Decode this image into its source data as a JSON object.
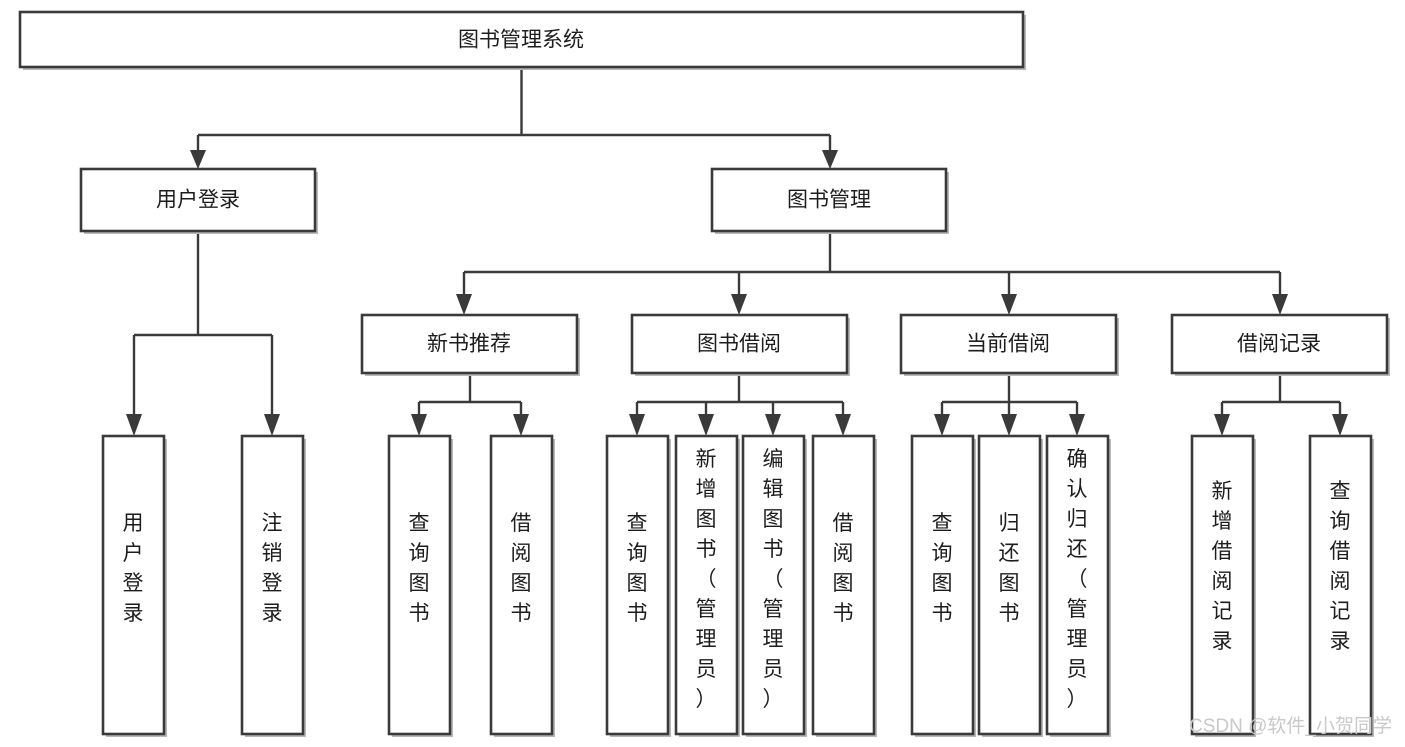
{
  "diagram": {
    "type": "tree-hierarchy-chart",
    "title": "图书管理系统",
    "orientation": "top-down",
    "colors": {
      "box_border": "#3a3a3a",
      "box_fill": "#ffffff",
      "connector": "#3a3a3a",
      "text": "#1d1d1d",
      "background": "#ffffff",
      "watermark": "#c9c9c9"
    },
    "levels": {
      "root": {
        "label": "图书管理系统"
      },
      "level1": [
        {
          "label": "用户登录"
        },
        {
          "label": "图书管理"
        }
      ],
      "level2": [
        {
          "label": "新书推荐"
        },
        {
          "label": "图书借阅"
        },
        {
          "label": "当前借阅"
        },
        {
          "label": "借阅记录"
        }
      ],
      "leaves": {
        "user_login": [
          {
            "label": "用户登录"
          },
          {
            "label": "注销登录"
          }
        ],
        "new_book_recommend": [
          {
            "label": "查询图书"
          },
          {
            "label": "借阅图书"
          }
        ],
        "book_borrow": [
          {
            "label": "查询图书"
          },
          {
            "label": "新增图书（管理员）"
          },
          {
            "label": "编辑图书（管理员）"
          },
          {
            "label": "借阅图书"
          }
        ],
        "current_borrow": [
          {
            "label": "查询图书"
          },
          {
            "label": "归还图书"
          },
          {
            "label": "确认归还（管理员）"
          }
        ],
        "borrow_record": [
          {
            "label": "新增借阅记录"
          },
          {
            "label": "查询借阅记录"
          }
        ]
      }
    },
    "watermark": "CSDN @软件_小贺同学"
  }
}
